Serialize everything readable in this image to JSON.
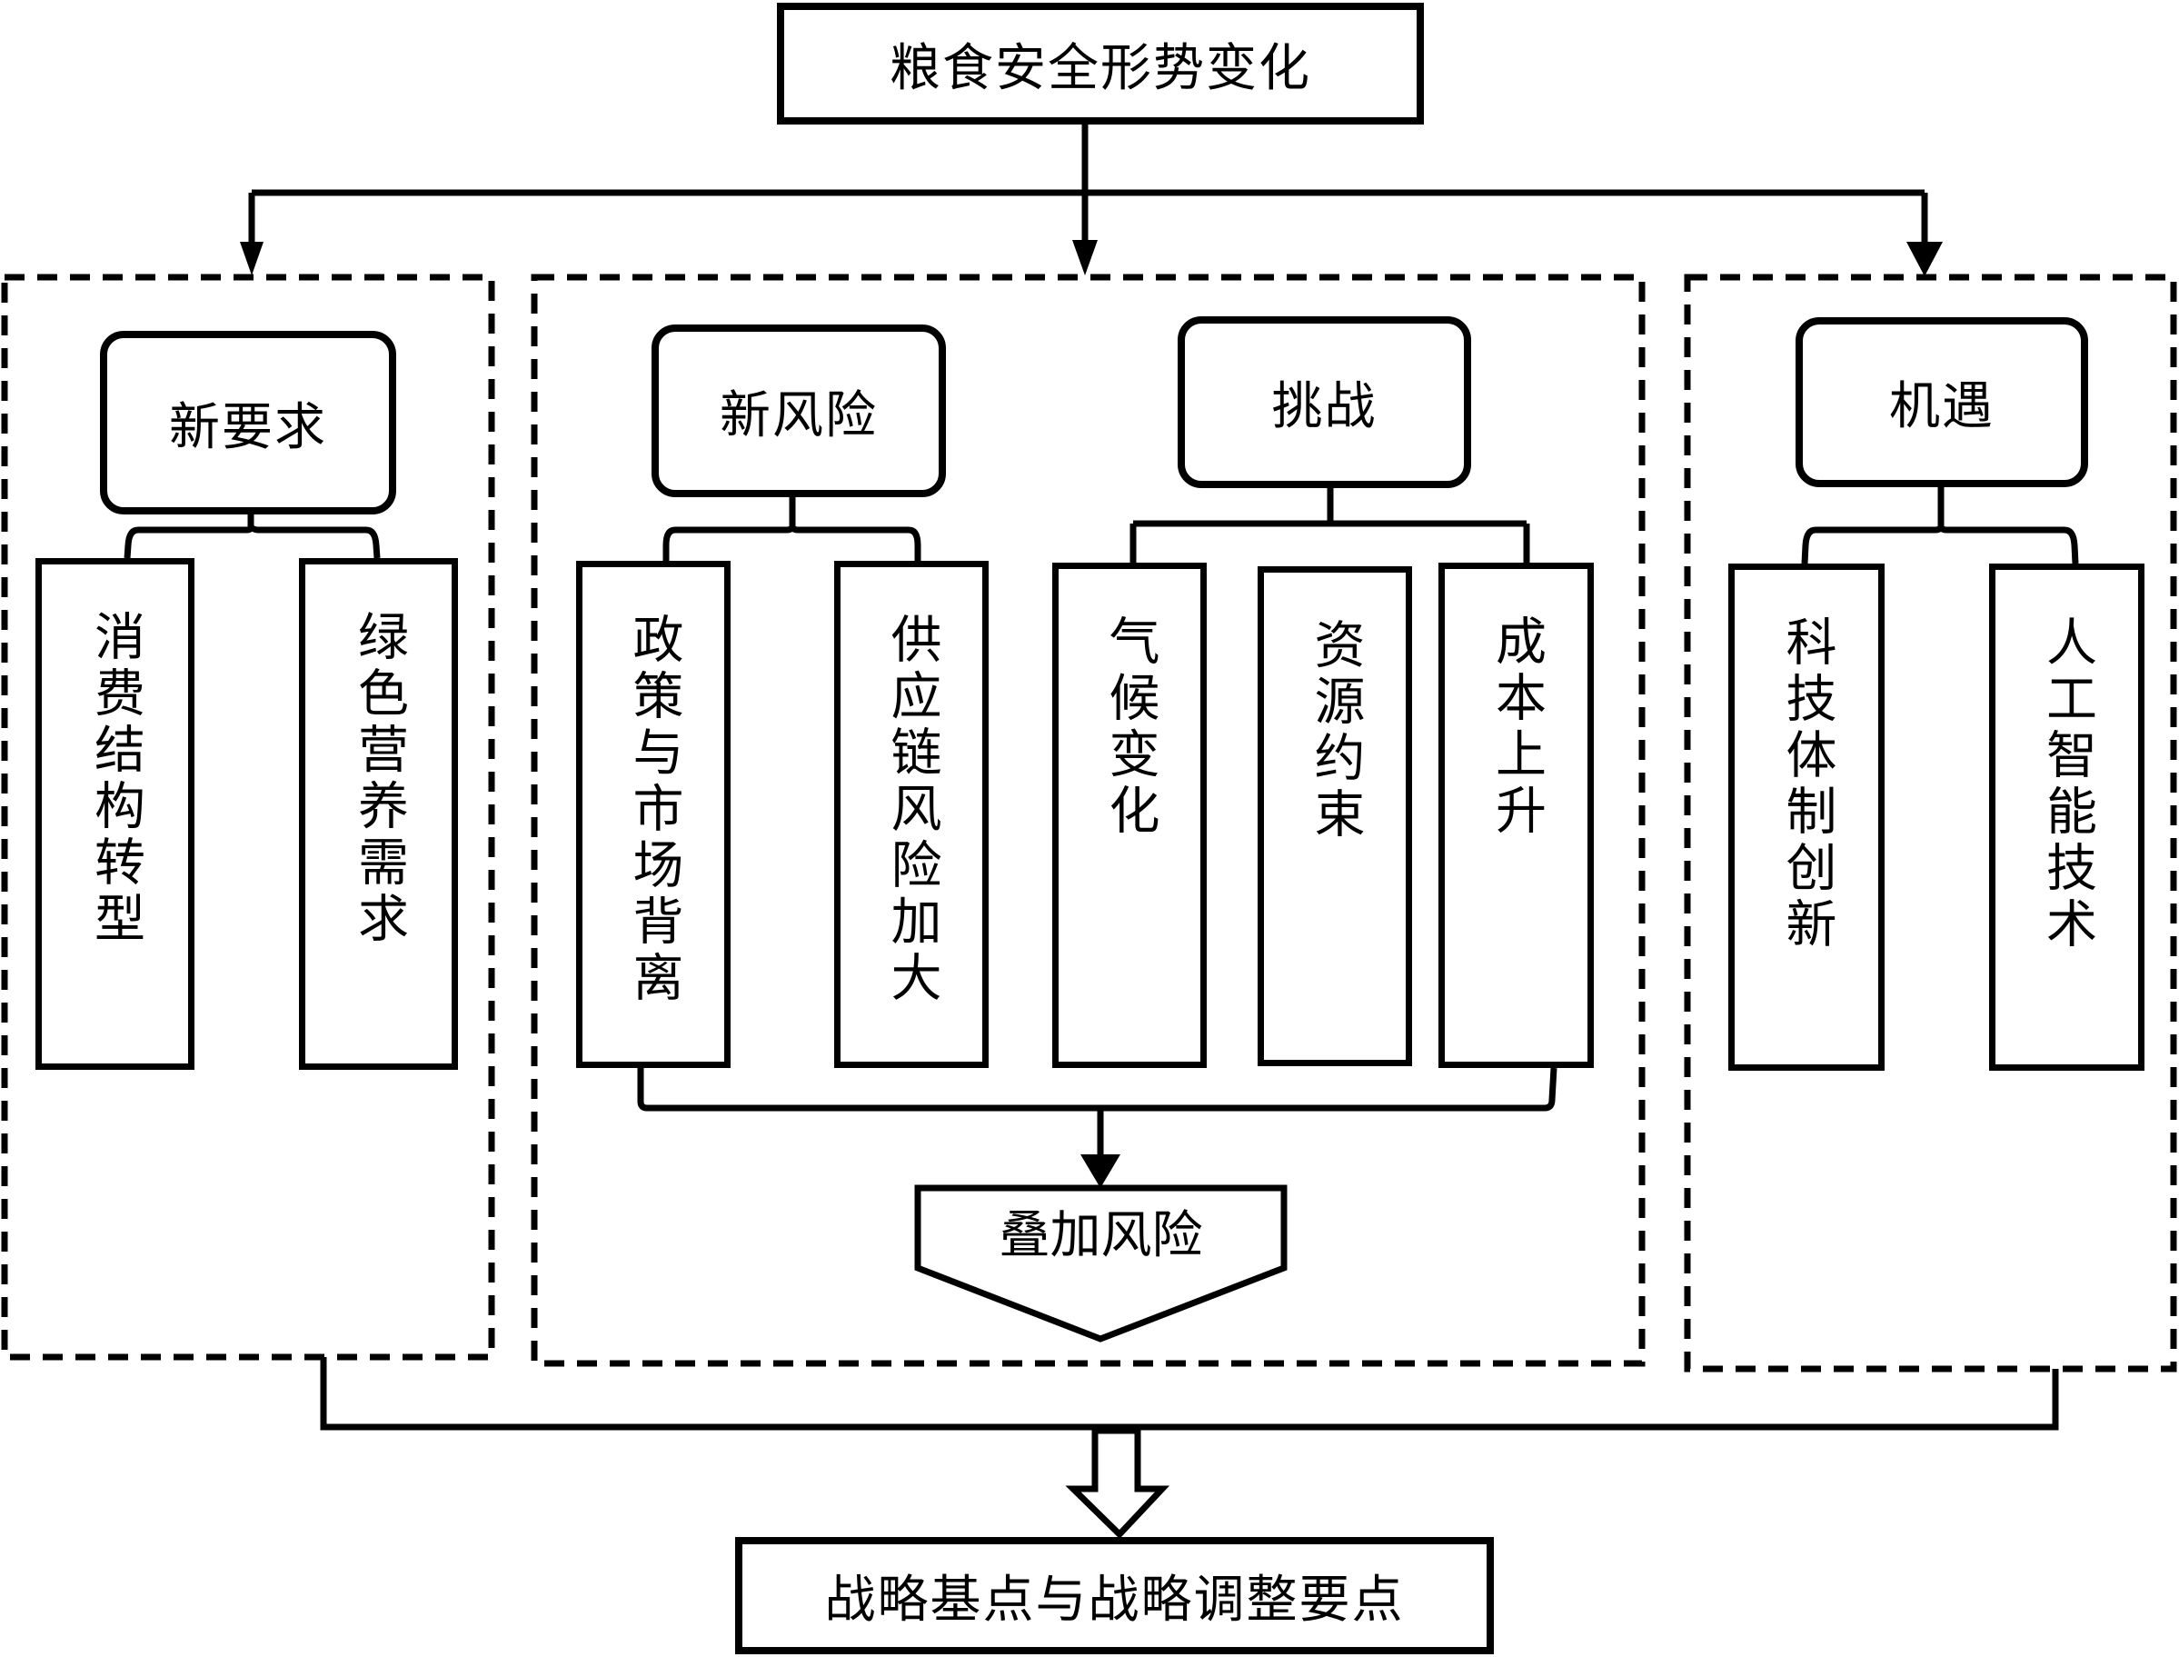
{
  "diagram": {
    "root": {
      "label": "粮食安全形势变化"
    },
    "groups": [
      {
        "id": "requirements",
        "header": "新要求",
        "items": [
          "消费结构转型",
          "绿色营养需求"
        ]
      },
      {
        "id": "risks-challenges",
        "subgroups": [
          {
            "header": "新风险",
            "items": [
              "政策与市场背离",
              "供应链风险加大"
            ]
          },
          {
            "header": "挑战",
            "items": [
              "气候变化",
              "资源约束",
              "成本上升"
            ]
          }
        ],
        "merge_output": "叠加风险"
      },
      {
        "id": "opportunities",
        "header": "机遇",
        "items": [
          "科技体制创新",
          "人工智能技术"
        ]
      }
    ],
    "result": {
      "label": "战略基点与战略调整要点"
    },
    "colors": {
      "line": "#000000",
      "background": "#ffffff"
    }
  }
}
